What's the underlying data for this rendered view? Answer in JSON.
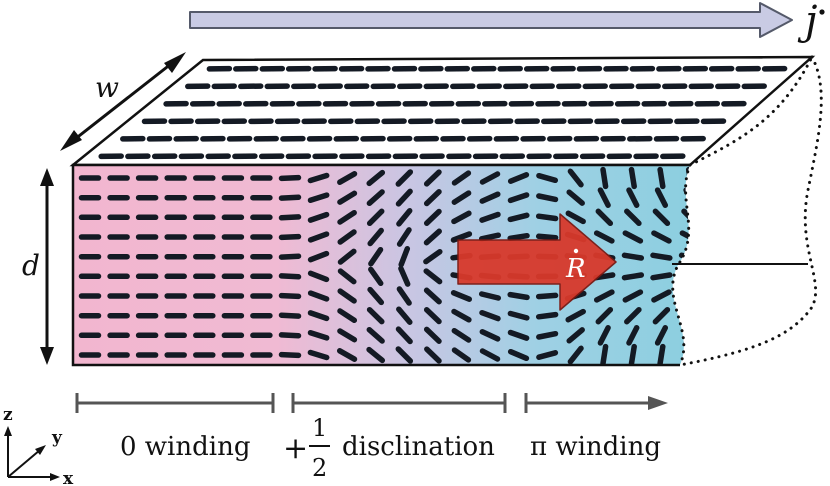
{
  "labels": {
    "current": "j",
    "width": "w",
    "depth": "d",
    "velocity": "R"
  },
  "regions": {
    "left": "0 winding",
    "middle_sign": "+",
    "middle_num": "1",
    "middle_den": "2",
    "middle_text": "disclination",
    "right": "π winding"
  },
  "axes": {
    "z": "z",
    "y": "y",
    "x": "x"
  },
  "colors": {
    "pink": "#f2b6cf",
    "blue": "#8fd0e2",
    "arrow_red": "#d8392b",
    "current_arrow": "#c9cbe4",
    "director": "#141a24"
  }
}
